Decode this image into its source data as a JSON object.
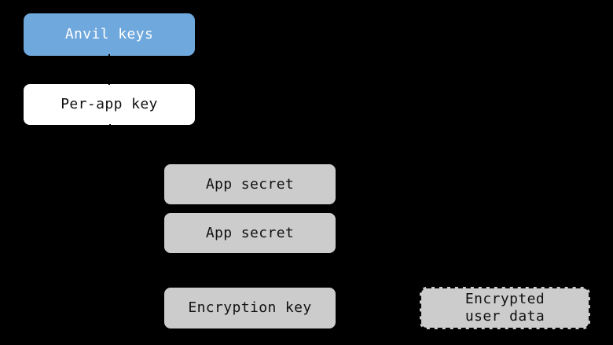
{
  "canvas": {
    "background": "#000000"
  },
  "colors": {
    "node_blue": "#6fa8dc",
    "node_white": "#ffffff",
    "node_gray": "#cccccc",
    "connector": "#000000",
    "text_dark": "#111111",
    "text_light": "#ffffff"
  },
  "nodes": {
    "anvil_keys": {
      "label": "Anvil keys"
    },
    "per_app_key": {
      "label": "Per-app key"
    },
    "app_secret_1": {
      "label": "App secret"
    },
    "app_secret_2": {
      "label": "App secret"
    },
    "encryption_key": {
      "label": "Encryption key"
    },
    "encrypted_user_data": {
      "label": "Encrypted\nuser data"
    }
  }
}
